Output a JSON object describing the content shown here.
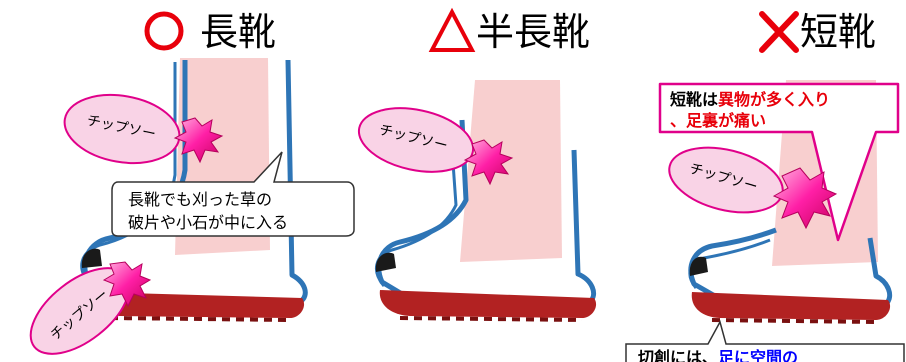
{
  "panels": [
    {
      "symbol": "○",
      "title": "長靴",
      "symbol_color": "#e8000b"
    },
    {
      "symbol": "△",
      "title": "半長靴",
      "symbol_color": "#e8000b"
    },
    {
      "symbol": "✕",
      "title": "短靴",
      "symbol_color": "#e8000b"
    }
  ],
  "chainsaw_label": "チップソー",
  "long_boot_note": {
    "line1": "長靴でも刈った草の",
    "line2": "破片や小石が中に入る"
  },
  "short_boot_note": {
    "line1_a": "短靴は",
    "line1_b": "異物が多く入り",
    "line2": "、足裏が痛い"
  },
  "cut_note": {
    "part1": "切創には、",
    "part2": "足に空間の"
  },
  "colors": {
    "accent_red": "#e8000b",
    "magenta": "#e0008a",
    "pink_fill": "#f9d3e6",
    "boot_blue": "#2e75b6",
    "sole_red": "#b22222",
    "leg_skin": "#f8cfcf",
    "blue_text": "#0000ff"
  }
}
